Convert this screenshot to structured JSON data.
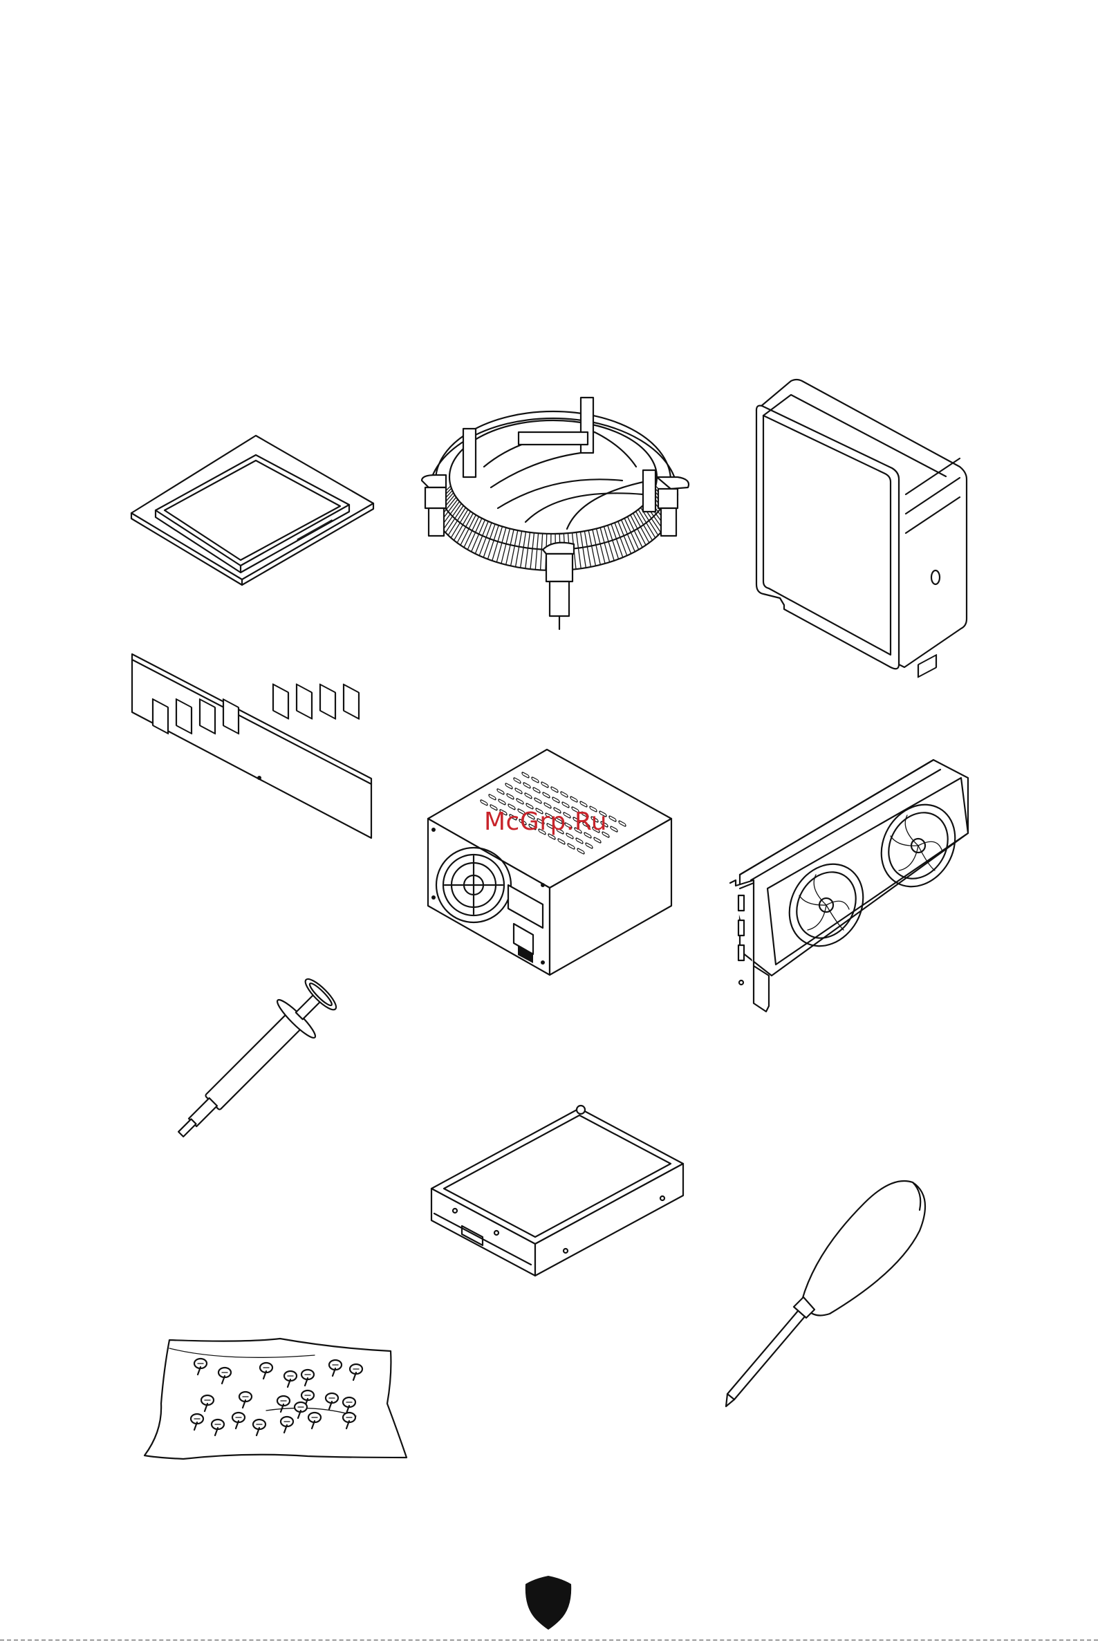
{
  "watermark": {
    "text": "McGrp.Ru",
    "color": "#c8242b"
  },
  "colors": {
    "line": "#111111",
    "background": "#ffffff",
    "logo": "#111111"
  },
  "illustrations": [
    {
      "name": "cpu",
      "icon": "cpu-icon"
    },
    {
      "name": "cpu-cooler",
      "icon": "cpu-fan-icon"
    },
    {
      "name": "computer-case",
      "icon": "chassis-icon"
    },
    {
      "name": "memory-module",
      "icon": "dram-icon"
    },
    {
      "name": "power-supply",
      "icon": "psu-icon"
    },
    {
      "name": "graphics-card",
      "icon": "graphics-card-icon"
    },
    {
      "name": "thermal-paste",
      "icon": "thermal-paste-syringe-icon"
    },
    {
      "name": "hard-disk-drive",
      "icon": "hdd-icon"
    },
    {
      "name": "screwdriver",
      "icon": "phillips-screwdriver-icon"
    },
    {
      "name": "screws",
      "icon": "screw-bag-icon"
    }
  ],
  "footer": {
    "logo_icon": "msi-dragon-shield-icon"
  }
}
